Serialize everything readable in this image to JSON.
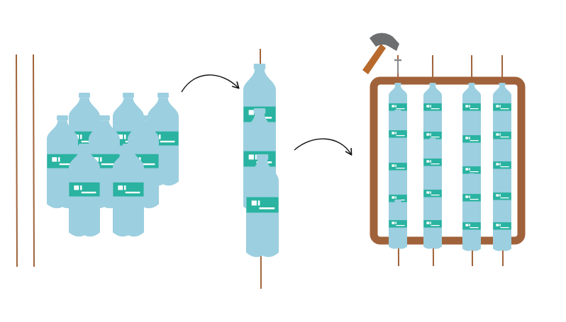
{
  "colors": {
    "bottle": "#9ccfe0",
    "bottle_cap": "#9ccfe0",
    "label": "#29b3a0",
    "label_mark": "#ffffff",
    "rod": "#a0623a",
    "frame": "#a0623a",
    "arrow": "#111111",
    "hammer_head": "#6d6e70",
    "hammer_handle": "#b76a2c"
  },
  "steps": [
    {
      "name": "loose-bottles-and-rods",
      "bottle_count": 8,
      "rod_count": 2
    },
    {
      "name": "bottles-threaded-on-rod",
      "bottle_count": 3,
      "rod_count": 1
    },
    {
      "name": "rods-nailed-into-frame",
      "column_count": 4,
      "bottles_per_column": 5,
      "icon": "hammer-icon"
    }
  ],
  "arrows": [
    {
      "from": "loose-bottles-and-rods",
      "to": "bottles-threaded-on-rod"
    },
    {
      "from": "bottles-threaded-on-rod",
      "to": "rods-nailed-into-frame"
    }
  ]
}
